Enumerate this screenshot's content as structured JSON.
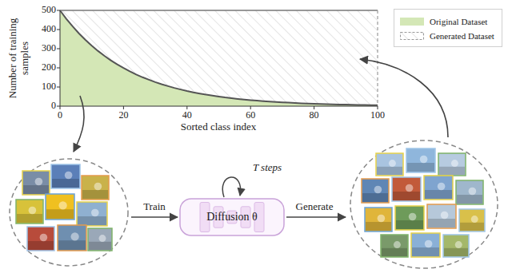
{
  "diagram": {
    "nodes": [
      {
        "text": [
          "Diffusion θ"
        ]
      }
    ],
    "labels": [
      "500",
      "400",
      "300",
      "200",
      "100",
      "0",
      "0",
      "20",
      "40",
      "60",
      "80",
      "100",
      "Number of training samples",
      "Sorted class index",
      "T steps",
      "Train",
      "Generate"
    ],
    "legend": [
      {
        "text": "Original Dataset",
        "color": "#d4e7b6"
      },
      {
        "text": "Generated Dataset"
      }
    ]
  }
}
